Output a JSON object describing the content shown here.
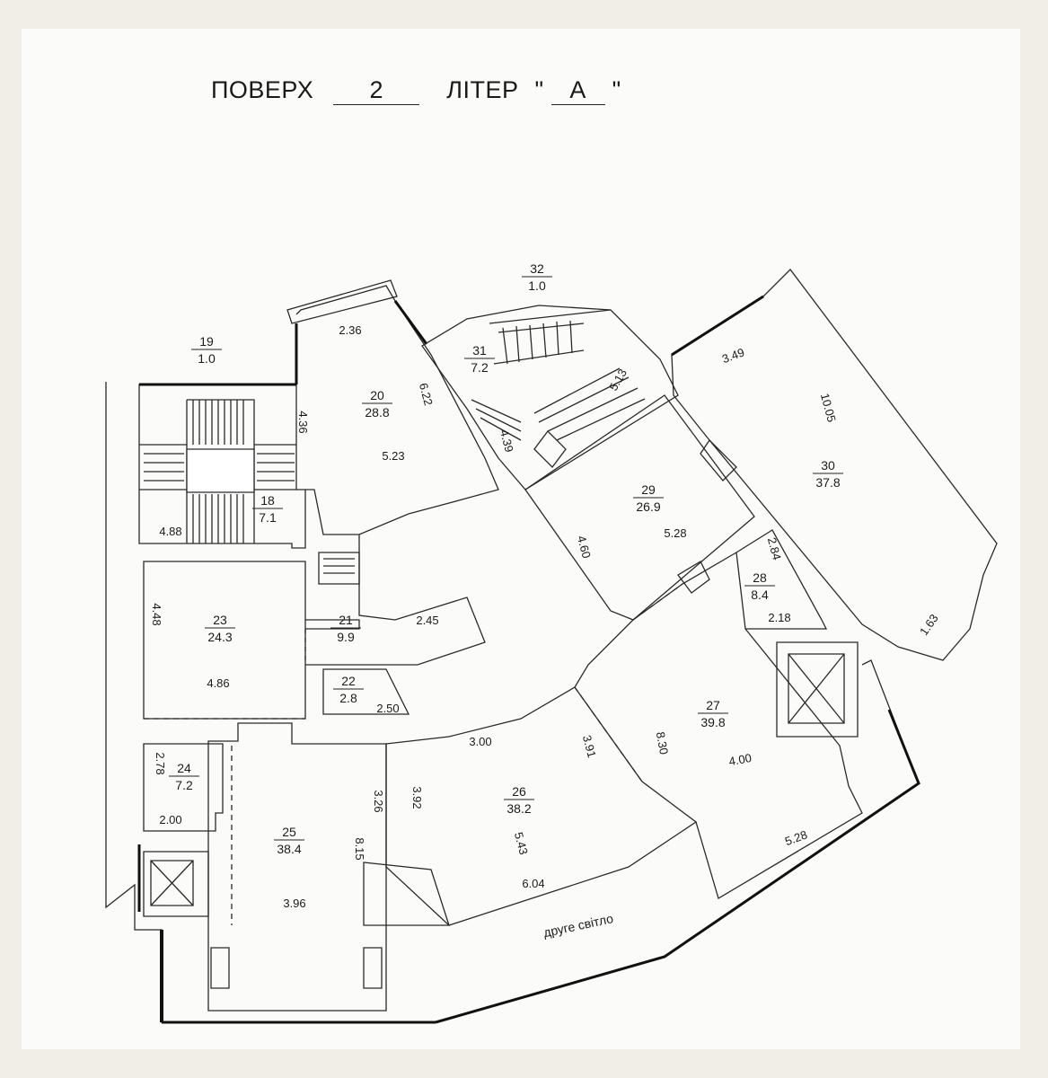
{
  "header": {
    "floor_word": "ПОВЕРХ",
    "floor_number": "2",
    "letter_word": "ЛІТЕР",
    "quote_open": "\"",
    "letter_value": "А",
    "quote_close": "\""
  },
  "rooms": [
    {
      "num": "19",
      "area": "1.0"
    },
    {
      "num": "20",
      "area": "28.8"
    },
    {
      "num": "18",
      "area": "7.1"
    },
    {
      "num": "23",
      "area": "24.3"
    },
    {
      "num": "21",
      "area": "9.9"
    },
    {
      "num": "22",
      "area": "2.8"
    },
    {
      "num": "24",
      "area": "7.2"
    },
    {
      "num": "25",
      "area": "38.4"
    },
    {
      "num": "26",
      "area": "38.2"
    },
    {
      "num": "27",
      "area": "39.8"
    },
    {
      "num": "28",
      "area": "8.4"
    },
    {
      "num": "29",
      "area": "26.9"
    },
    {
      "num": "30",
      "area": "37.8"
    },
    {
      "num": "31",
      "area": "7.2"
    },
    {
      "num": "32",
      "area": "1.0"
    }
  ],
  "dimensions": [
    "2.36",
    "6.22",
    "4.36",
    "5.23",
    "4.39",
    "5.13",
    "3.49",
    "10.05",
    "4.88",
    "5.28",
    "4.60",
    "2.84",
    "2.18",
    "1.63",
    "4.48",
    "2.45",
    "4.86",
    "2.50",
    "3.00",
    "3.91",
    "8.30",
    "4.00",
    "2.78",
    "3.26",
    "3.92",
    "5.43",
    "2.00",
    "8.15",
    "6.04",
    "5.28",
    "3.96"
  ],
  "notes": {
    "second_light": "друге світло"
  }
}
